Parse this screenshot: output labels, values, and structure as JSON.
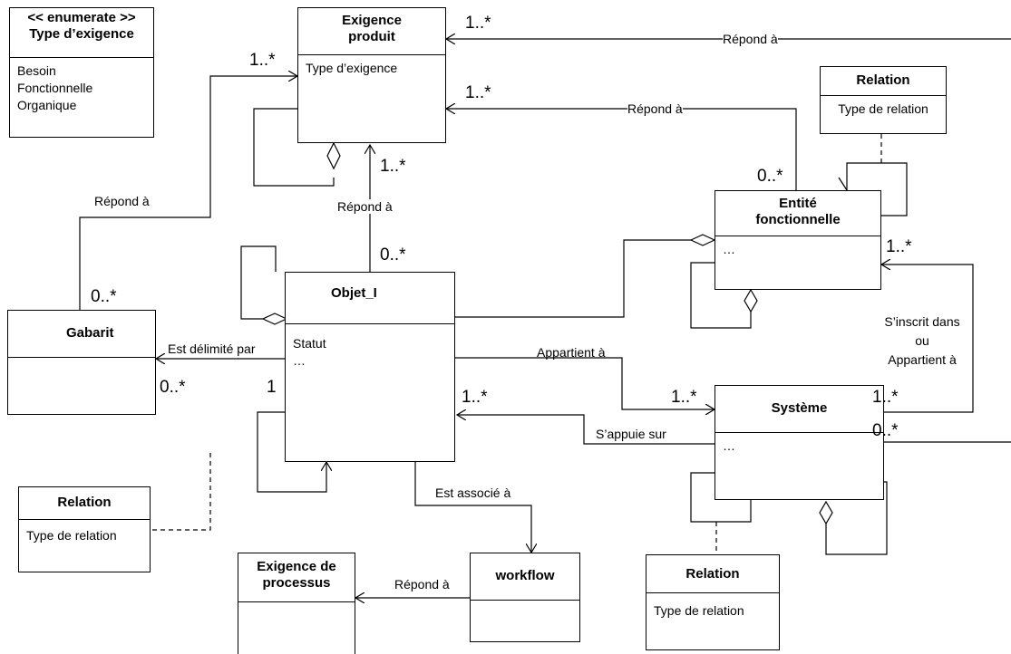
{
  "enum_box": {
    "stereotype": "<< enumerate >>",
    "title": "Type d’exigence",
    "values": [
      "Besoin",
      "Fonctionnelle",
      "Organique"
    ]
  },
  "exigence_produit": {
    "title_line1": "Exigence",
    "title_line2": "produit",
    "attr": "Type d’exigence"
  },
  "relation_top": {
    "title": "Relation",
    "attr": "Type de relation"
  },
  "entite": {
    "title_line1": "Entité",
    "title_line2": "fonctionnelle",
    "attr": "…"
  },
  "objet": {
    "title": "Objet_I",
    "attr1": "Statut",
    "attr2": "…"
  },
  "gabarit": {
    "title": "Gabarit"
  },
  "systeme": {
    "title": "Système",
    "attr": "…"
  },
  "relation_left": {
    "title": "Relation",
    "attr": "Type de relation"
  },
  "relation_bottom": {
    "title": "Relation",
    "attr": "Type de relation"
  },
  "exigence_processus": {
    "title_line1": "Exigence de",
    "title_line2": "processus"
  },
  "workflow": {
    "title": "workflow"
  },
  "labels": {
    "repond_top": "Répond à",
    "repond_entite": "Répond à",
    "repond_gabarit": "Répond à",
    "repond_objet": "Répond à",
    "est_delimite": "Est délimité par",
    "appartient": "Appartient à",
    "appuie": "S’appuie sur",
    "inscrit_1": "S’inscrit dans",
    "inscrit_2": "ou",
    "inscrit_3": "Appartient à",
    "associe": "Est associé à",
    "repond_workflow": "Répond à"
  },
  "multiplicities": {
    "ep_right_top": "1..*",
    "ep_right_mid": "1..*",
    "ep_left": "1..*",
    "ep_bottom": "1..*",
    "objet_top": "0..*",
    "entite_top": "0..*",
    "entite_right": "1..*",
    "gabarit_top": "0..*",
    "gabarit_right": "0..*",
    "objet_left": "1",
    "objet_right": "1..*",
    "systeme_left": "1..*",
    "systeme_right_top": "1..*",
    "systeme_right_bottom": "0..*"
  }
}
